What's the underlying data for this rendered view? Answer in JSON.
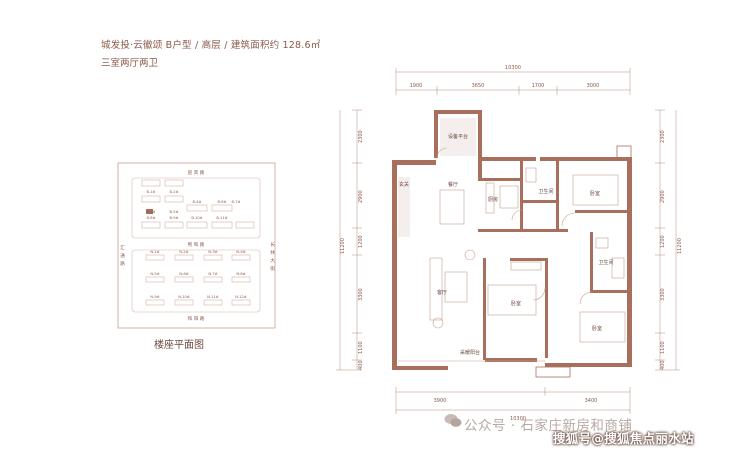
{
  "header": {
    "title": "城发投·云徽颂 B户型 / 高层 / 建筑面积约 128.6㎡",
    "subtitle": "三室两厅两卫"
  },
  "site_plan": {
    "caption": "楼座平面图",
    "roads": [
      "迎 宾 路",
      "熙 和 路",
      "和 阳 路",
      "汇 通 路",
      "长 林 大 街"
    ],
    "buildings": [
      "B-1#",
      "B-2#",
      "B-3#",
      "B-4#",
      "B-5#",
      "B-6#",
      "B-7#",
      "B-8#",
      "B-9#",
      "B-10#",
      "B-11#",
      "N-1#",
      "N-2#",
      "N-3#",
      "N-4#",
      "N-5#",
      "N-6#",
      "N-7#",
      "N-8#",
      "N-9#",
      "N-10#",
      "N-11#",
      "N-12#"
    ]
  },
  "floor_plan": {
    "rooms": {
      "equipment": "设备平台",
      "entry": "玄关",
      "dining": "餐厅",
      "kitchen": "厨房",
      "bath1": "卫生间",
      "bath2": "卫生间",
      "bed1": "卧室",
      "bed2": "卧室",
      "bed3": "卧室",
      "living": "客厅",
      "balcony": "采暖阳台"
    },
    "dims_top_total": "10300",
    "dims_top": [
      "1900",
      "3650",
      "1700",
      "3000"
    ],
    "dims_bottom": [
      "3900",
      "3400"
    ],
    "dims_bottom_total": "10300",
    "dims_left": [
      "2300",
      "2900",
      "1200",
      "3300",
      "1100",
      "400"
    ],
    "dims_left_total": "11200",
    "dims_right": [
      "2300",
      "2900",
      "1200",
      "3300",
      "1100",
      "400"
    ],
    "dims_right_total": "11200"
  },
  "watermark": {
    "text": "公众号 · 石家庄新房和商铺",
    "text2": "搜狐号@搜狐焦点丽水站"
  },
  "colors": {
    "wall": "#a8705c",
    "accent": "#8a5a4a",
    "line": "#c9a090",
    "fill_light": "#f4eeec"
  }
}
